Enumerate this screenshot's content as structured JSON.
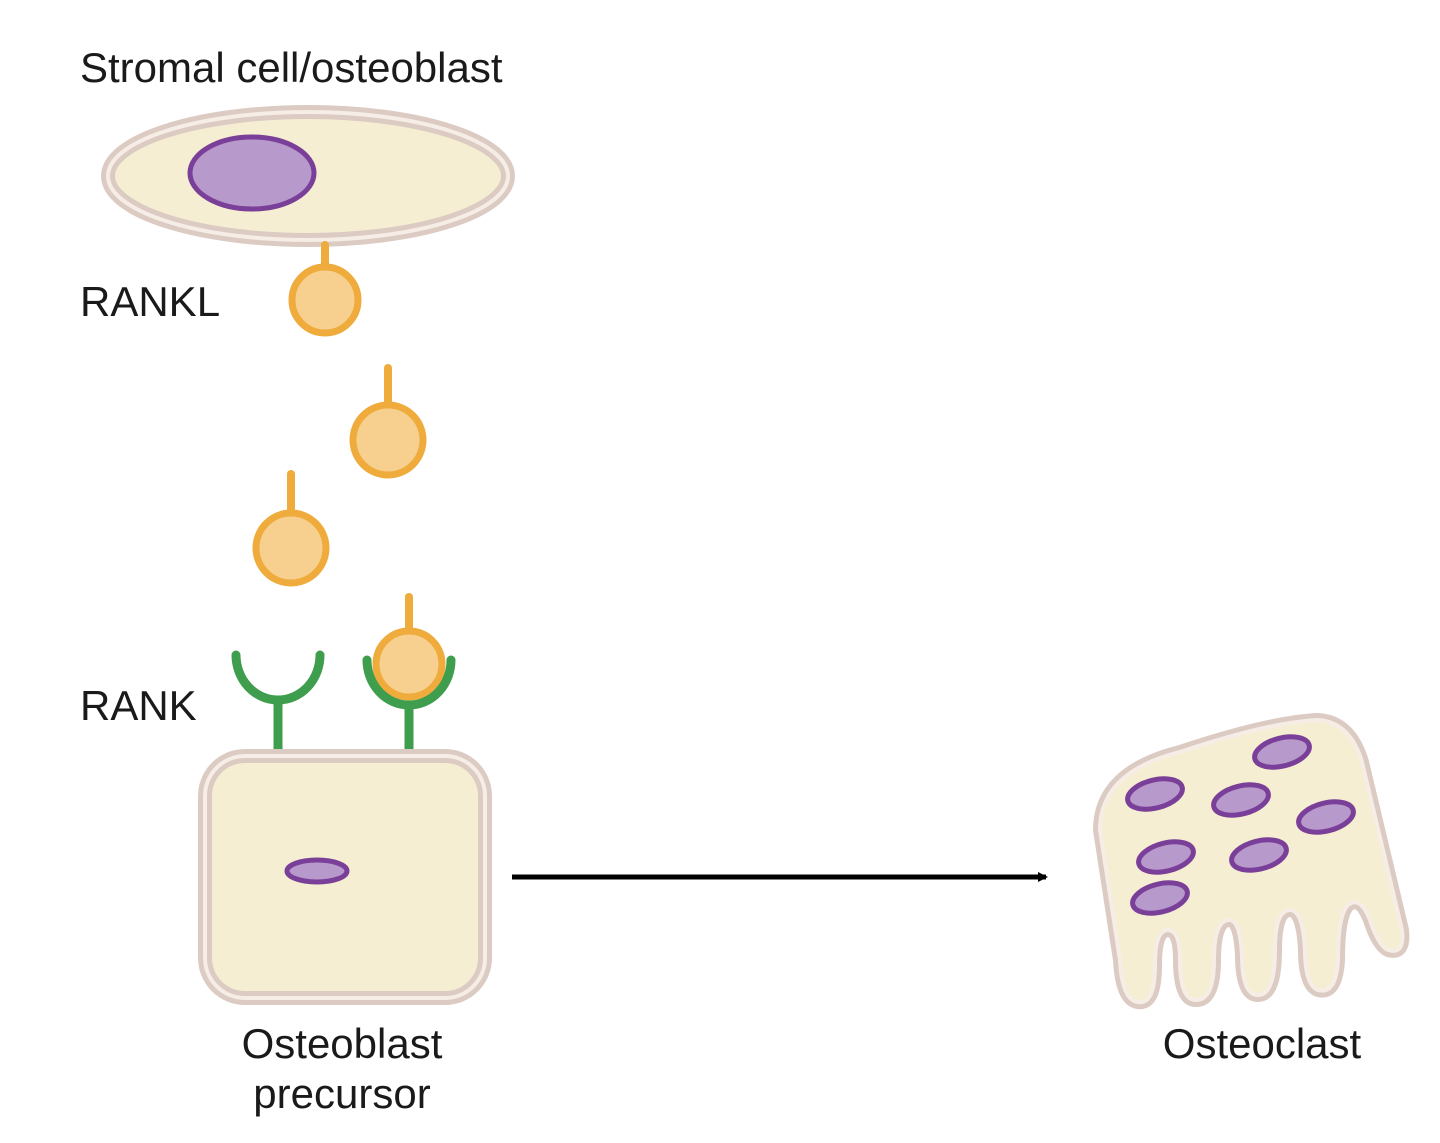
{
  "labels": {
    "stromal_cell": "Stromal cell/osteoblast",
    "rankl": "RANKL",
    "rank": "RANK",
    "precursor_line1": "Osteoblast",
    "precursor_line2": "precursor",
    "osteoclast": "Osteoclast"
  },
  "colors": {
    "cytoplasm": "#f5eed2",
    "membrane": "#dccbc3",
    "nucleus_fill": "#b899cc",
    "nucleus_outline": "#7a3f98",
    "rankl_fill": "#f7d08f",
    "rankl_outline": "#efab3b",
    "rank_receptor": "#3f9e4d",
    "arrow": "#000000"
  }
}
